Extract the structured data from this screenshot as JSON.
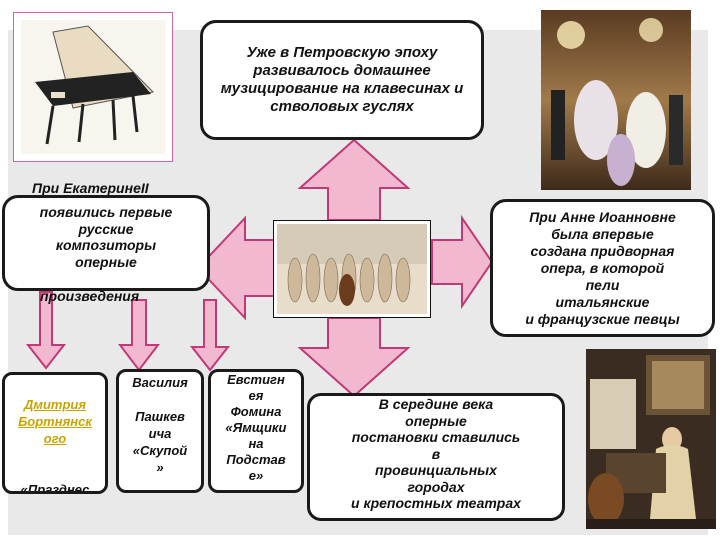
{
  "colors": {
    "arrow_fill": "#f2b8d0",
    "arrow_stroke": "#c03a78",
    "box_border": "#1a1a1a",
    "link": "#c9a400"
  },
  "boxes": {
    "top": "Уже в Петровскую эпоху развивалось домашнее музицирование на клавесинах и стволовых гуслях",
    "left_over": "При ЕкатеринеII",
    "left": "появились первые\nрусские\nкомпозиторы\nоперные",
    "left_under": "произведения",
    "right": "При Анне Иоанновне\nбыла впервые\nсоздана придворная\nопера, в которой\nпели\nитальянские\nи французские певцы",
    "bottom": "В середине века\nоперные\nпостановки ставились\nв\nпровинциальных\nгородах\nи крепостных театрах",
    "c1_link": "Дмитрия\nБортнянск\nого",
    "c1_text": "«Празднес\nтво\nсеньора»",
    "c2": "Василия\n\nПашкев\nича\n«Скупой\n»",
    "c3": "Евстигн\nея\nФомина\n«Ямщики\nна\nПодстав\nе»"
  },
  "images": {
    "harpsichord": "harpsichord-image",
    "ball": "ball-painting-image",
    "orchestra": "orchestra-image",
    "vermeer": "woman-at-virginal-image"
  }
}
